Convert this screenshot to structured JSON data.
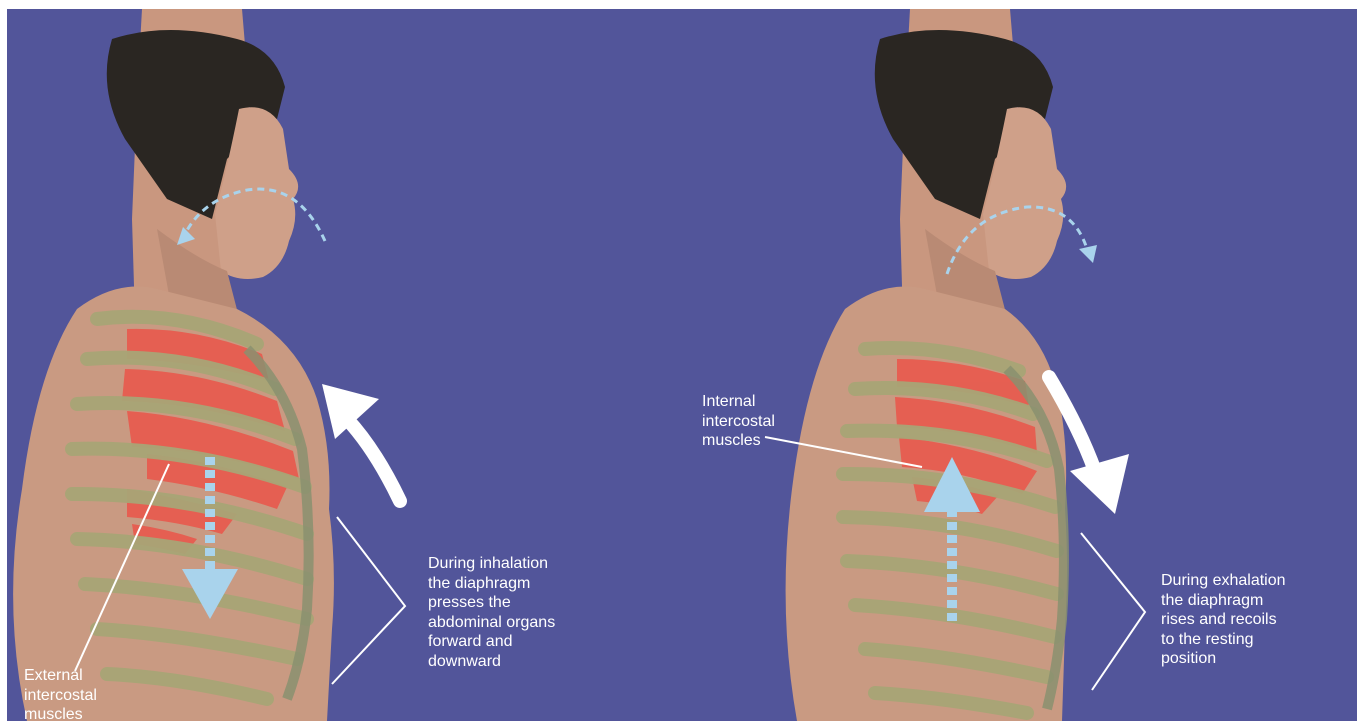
{
  "panels": [
    {
      "phase": "inhalation",
      "muscle_label": "External\nintercostal\nmuscles",
      "caption": "During inhalation\nthe diaphragm\npresses the\nabdominal organs\nforward and\ndownward",
      "diaphragm_arrow_direction": "down",
      "chest_arrow_direction": "up",
      "breath_arrow_direction": "into nose"
    },
    {
      "phase": "exhalation",
      "muscle_label": "Internal\nintercostal\nmuscles",
      "caption": "During exhalation\nthe diaphragm\nrises and recoils\nto the resting\nposition",
      "diaphragm_arrow_direction": "up",
      "chest_arrow_direction": "down",
      "breath_arrow_direction": "out of nose"
    }
  ],
  "colors": {
    "background": "#52559a",
    "skin": "#c99a82",
    "hair": "#2a2622",
    "ribs": "#a8a576",
    "muscle": "#e85a4e",
    "breath_arrow": "#a9d3ec",
    "white": "#ffffff"
  }
}
